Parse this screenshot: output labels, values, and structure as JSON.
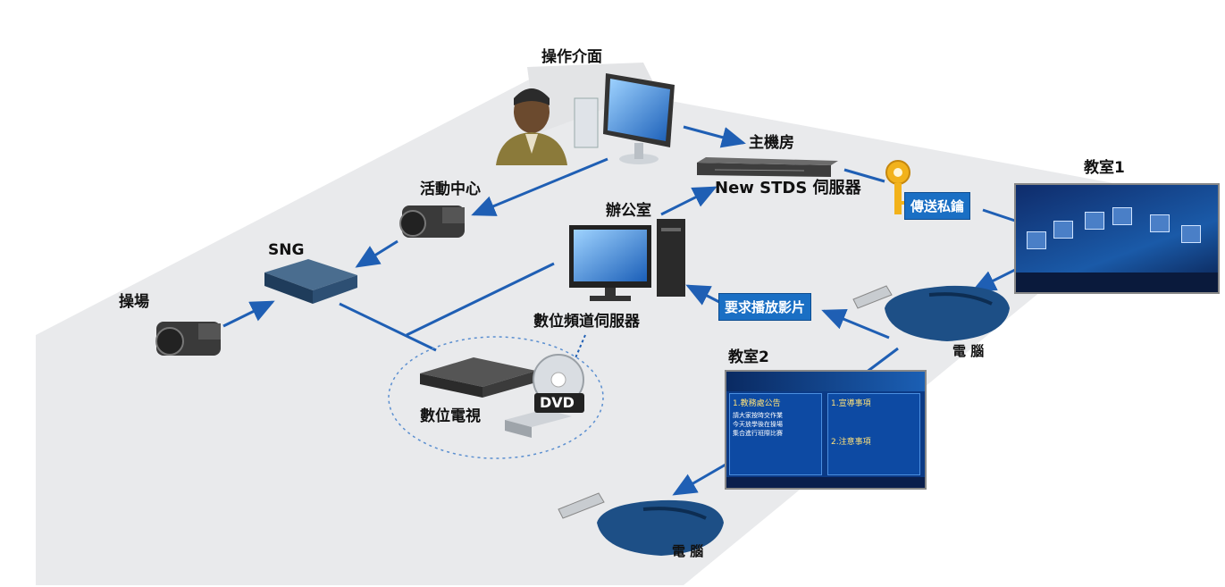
{
  "labels": {
    "operator": "操作介面",
    "server_room": "主機房",
    "server": "New STDS 伺服器",
    "activity_center": "活動中心",
    "office": "辦公室",
    "sng": "SNG",
    "playground": "操場",
    "channel_server": "數位頻道伺服器",
    "digital_tv": "數位電視",
    "dvd": "DVD",
    "classroom1": "教室1",
    "classroom2": "教室2",
    "computer1": "電 腦",
    "computer2": "電 腦"
  },
  "tags": {
    "send_key": "傳送私鑰",
    "request_video": "要求播放影片"
  },
  "screen2": {
    "col1_title": "1.教務處公告",
    "col1_lines": [
      "請大家按時交作業",
      "今天放學後在操場",
      "集合進行班際比賽"
    ],
    "col2_title": "1.宣導事項",
    "col2_title2": "2.注意事項"
  },
  "colors": {
    "platform": "#e9eaec",
    "arrow": "#1f5fb4",
    "tag_bg": "#1a6fc4",
    "settop": "#1d4f86"
  }
}
